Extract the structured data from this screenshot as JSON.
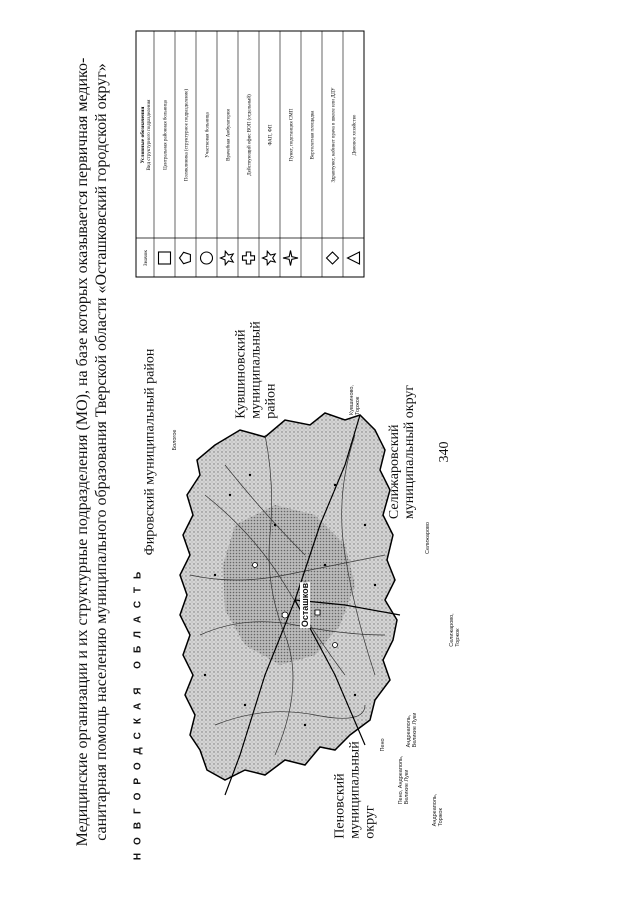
{
  "page_number": "340",
  "title": {
    "line1": "Медицинские организации и их структурные подразделения (МО), на базе которых оказывается первичная медико-",
    "line2": "санитарная помощь населению муниципального образования Тверской области «Осташковский городской округ»"
  },
  "map": {
    "neighbor_region": "НОВГОРОДСКАЯ ОБЛАСТЬ",
    "districts": {
      "firovsky": "Фировский муниципальный район",
      "kuvshinovsky": [
        "Кувшиновский",
        "муниципальный",
        "район"
      ],
      "selizharovsky": [
        "Селижаровский",
        "муниципальный округ"
      ],
      "penovsky": [
        "Пеновский",
        "муниципальный",
        "округ"
      ]
    },
    "center": "Осташков",
    "towns": {
      "bologoe": "Бологое",
      "kuvshinovo": [
        "Кувшиново,",
        "Торжок"
      ],
      "selizharovo1": "Селижарово",
      "selizharovo2": [
        "Селижарово,",
        "Торжок"
      ],
      "peno": "Пено",
      "andreapol": [
        "Андреаполь,",
        "Великие Луки"
      ],
      "peno_andreapol": [
        "Пено, Андреаполь,",
        "Великие Луки"
      ],
      "andreapol2": [
        "Андреаполь,",
        "Торжок"
      ]
    }
  },
  "legend": {
    "header_symbol": "Значок",
    "header_title": "Условные обозначения",
    "header_subtitle": "Вид структурного подразделения",
    "items": [
      {
        "icon": "square-icon",
        "label": "Центральная районная больница"
      },
      {
        "icon": "pentagon-icon",
        "label": "Поликлиника (структурное подразделение)"
      },
      {
        "icon": "circle-icon",
        "label": "Участковая больница"
      },
      {
        "icon": "star-icon",
        "label": "Врачебная Амбулатория"
      },
      {
        "icon": "cross-icon",
        "label": "Действующий офис ВОП (отдельный)"
      },
      {
        "icon": "star-outline-icon",
        "label": "ФАП, ФП"
      },
      {
        "icon": "four-point-star-icon",
        "label": "Пункт, подстанция СМП"
      },
      {
        "icon": "empty-icon",
        "label": "Вертолетная площадка"
      },
      {
        "icon": "diamond-icon",
        "label": "Здравпункт, кабинет врача в школе или ДДУ"
      },
      {
        "icon": "triangle-icon",
        "label": "Домовое хозяйство"
      }
    ]
  }
}
